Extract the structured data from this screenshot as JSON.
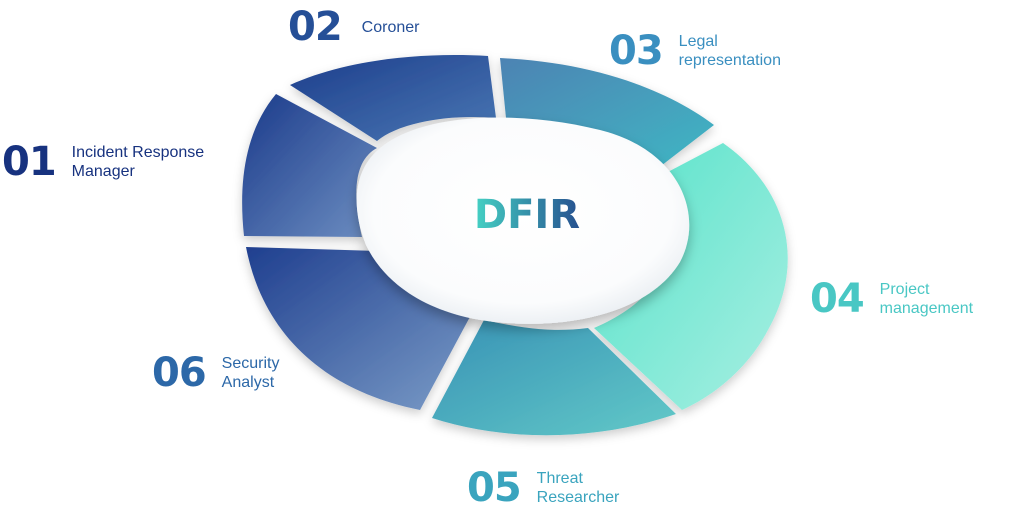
{
  "center_label": "DFIR",
  "segments": [
    {
      "number": "01",
      "line1": "Incident Response",
      "line2": "Manager",
      "color": "#17327f"
    },
    {
      "number": "02",
      "line1": "Coroner",
      "line2": "",
      "color": "#254f97"
    },
    {
      "number": "03",
      "line1": "Legal",
      "line2": "representation",
      "color": "#3a8fc0"
    },
    {
      "number": "04",
      "line1": "Project",
      "line2": "management",
      "color": "#49c7c4"
    },
    {
      "number": "05",
      "line1": "Threat",
      "line2": "Researcher",
      "color": "#3aa4be"
    },
    {
      "number": "06",
      "line1": "Security",
      "line2": "Analyst",
      "color": "#2c68a8"
    }
  ]
}
